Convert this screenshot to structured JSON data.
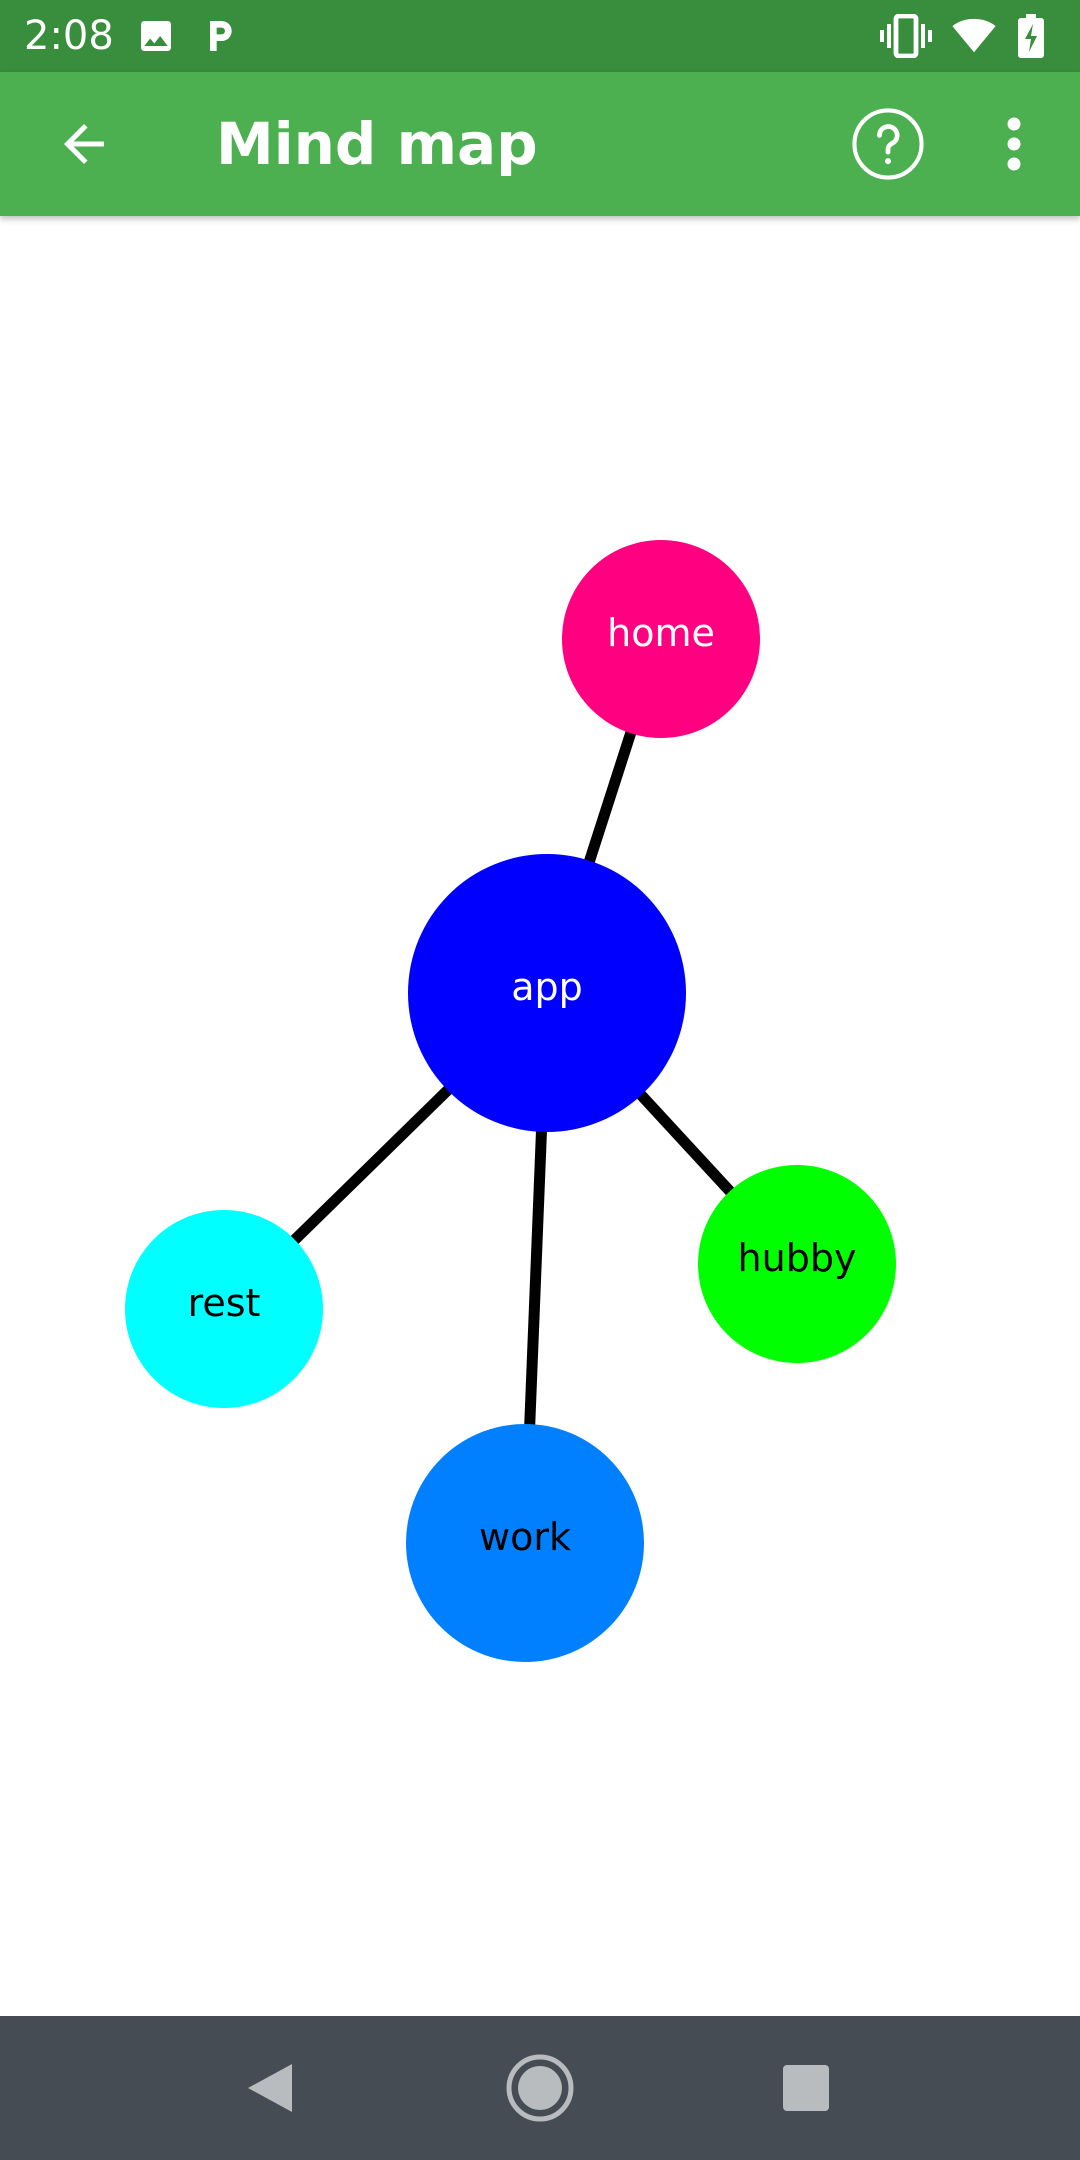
{
  "status_bar": {
    "time": "2:08",
    "left_icons": [
      "image-icon",
      "parking-icon"
    ],
    "right_icons": [
      "vibrate-icon",
      "wifi-icon",
      "battery-charging-icon"
    ]
  },
  "app_bar": {
    "title": "Mind map",
    "back_icon": "arrow-back-icon",
    "help_icon": "help-circle-icon",
    "overflow_icon": "more-vert-icon",
    "color": "#4caf50",
    "status_color": "#388e3c"
  },
  "mind_map": {
    "nodes": [
      {
        "id": "app",
        "label": "app",
        "color": "#0000ff",
        "text_color": "#ffffff"
      },
      {
        "id": "home",
        "label": "home",
        "color": "#ff0080",
        "text_color": "#ffffff"
      },
      {
        "id": "hubby",
        "label": "hubby",
        "color": "#00ff00",
        "text_color": "#000000"
      },
      {
        "id": "rest",
        "label": "rest",
        "color": "#00ffff",
        "text_color": "#000000"
      },
      {
        "id": "work",
        "label": "work",
        "color": "#0080ff",
        "text_color": "#000000"
      }
    ],
    "links": [
      {
        "from": "app",
        "to": "home"
      },
      {
        "from": "app",
        "to": "hubby"
      },
      {
        "from": "app",
        "to": "rest"
      },
      {
        "from": "app",
        "to": "work"
      }
    ],
    "link_color": "#000000"
  },
  "nav_bar": {
    "buttons": [
      "back-triangle-icon",
      "home-circle-icon",
      "recents-square-icon"
    ]
  }
}
